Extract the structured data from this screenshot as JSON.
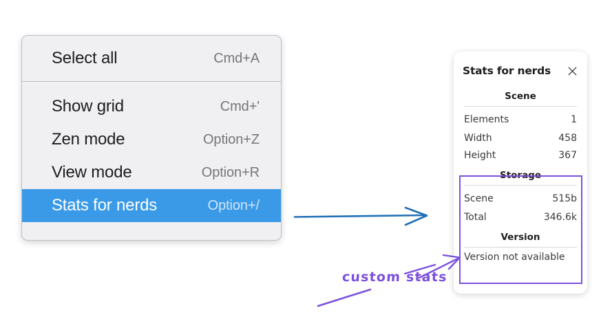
{
  "menu": {
    "groups": [
      {
        "items": [
          {
            "label": "Select all",
            "shortcut": "Cmd+A",
            "selected": false
          }
        ]
      },
      {
        "items": [
          {
            "label": "Show grid",
            "shortcut": "Cmd+'",
            "selected": false
          },
          {
            "label": "Zen mode",
            "shortcut": "Option+Z",
            "selected": false
          },
          {
            "label": "View mode",
            "shortcut": "Option+R",
            "selected": false
          },
          {
            "label": "Stats for nerds",
            "shortcut": "Option+/",
            "selected": true
          }
        ]
      }
    ],
    "highlight_color": "#3b9ae8"
  },
  "stats_panel": {
    "title": "Stats for nerds",
    "close_icon": "close-icon",
    "sections": [
      {
        "heading": "Scene",
        "rows": [
          {
            "key": "Elements",
            "value": "1"
          },
          {
            "key": "Width",
            "value": "458"
          },
          {
            "key": "Height",
            "value": "367"
          }
        ]
      },
      {
        "heading": "Storage",
        "rows": [
          {
            "key": "Scene",
            "value": "515b"
          },
          {
            "key": "Total",
            "value": "346.6k"
          }
        ]
      },
      {
        "heading": "Version",
        "note": "Version not available"
      }
    ]
  },
  "annotations": {
    "handwritten_label": "custom stats",
    "blue_arrow_color": "#1f6fb5",
    "purple_color": "#7b50dd"
  }
}
